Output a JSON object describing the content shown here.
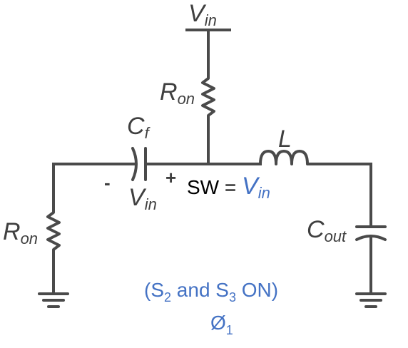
{
  "colors": {
    "wire": "#4a4a4a",
    "label": "#3f3f3f",
    "accent": "#4472c4",
    "background": "#ffffff"
  },
  "labels": {
    "vin_top": {
      "main": "V",
      "sub": "in"
    },
    "ron_top": {
      "main": "R",
      "sub": "on"
    },
    "cf": {
      "main": "C",
      "sub": "f"
    },
    "cf_minus": "-",
    "cf_plus": "+",
    "cf_voltage": {
      "main": "V",
      "sub": "in"
    },
    "l": {
      "main": "L"
    },
    "sw_text": "SW = ",
    "sw_value": {
      "main": "V",
      "sub": "in"
    },
    "ron_left": {
      "main": "R",
      "sub": "on"
    },
    "cout": {
      "main": "C",
      "sub": "out"
    },
    "state": {
      "open": "(S",
      "s2_sub": "2",
      "middle": " and S",
      "s3_sub": "3",
      "close": " ON)"
    },
    "phase": {
      "main": "Ø",
      "sub": "1"
    }
  }
}
